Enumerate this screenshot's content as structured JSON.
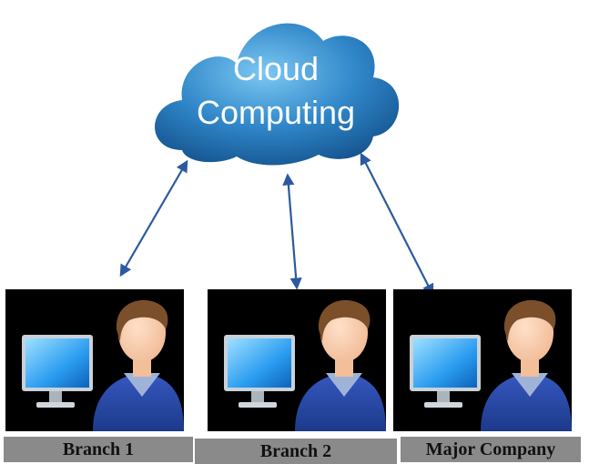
{
  "cloud": {
    "line1": "Cloud",
    "line2": "Computing"
  },
  "nodes": [
    {
      "id": "branch-1",
      "label": "Branch 1"
    },
    {
      "id": "branch-2",
      "label": "Branch 2"
    },
    {
      "id": "major-company",
      "label": "Major Company"
    }
  ],
  "colors": {
    "arrow": "#2c5aa0",
    "cloud": "#2f86c8",
    "panel_bg": "#000000",
    "label_bg": "#8a8a8a",
    "person_shirt": "#2747a6",
    "person_hair": "#7a4f2a",
    "person_skin": "#f4c7a5"
  }
}
